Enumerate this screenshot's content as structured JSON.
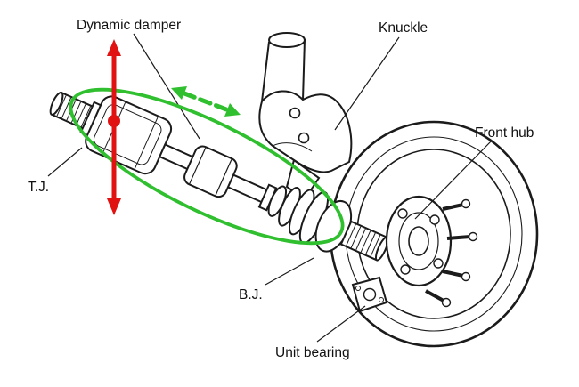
{
  "figure": {
    "background": "#ffffff",
    "ink": "#1b1b1b",
    "colors": {
      "red": "#e01212",
      "green": "#2fbf2f"
    },
    "labels": {
      "dynamic_damper": "Dynamic damper",
      "knuckle": "Knuckle",
      "front_hub": "Front hub",
      "tj": "T.J.",
      "bj": "B.J.",
      "unit_bearing": "Unit bearing"
    }
  }
}
